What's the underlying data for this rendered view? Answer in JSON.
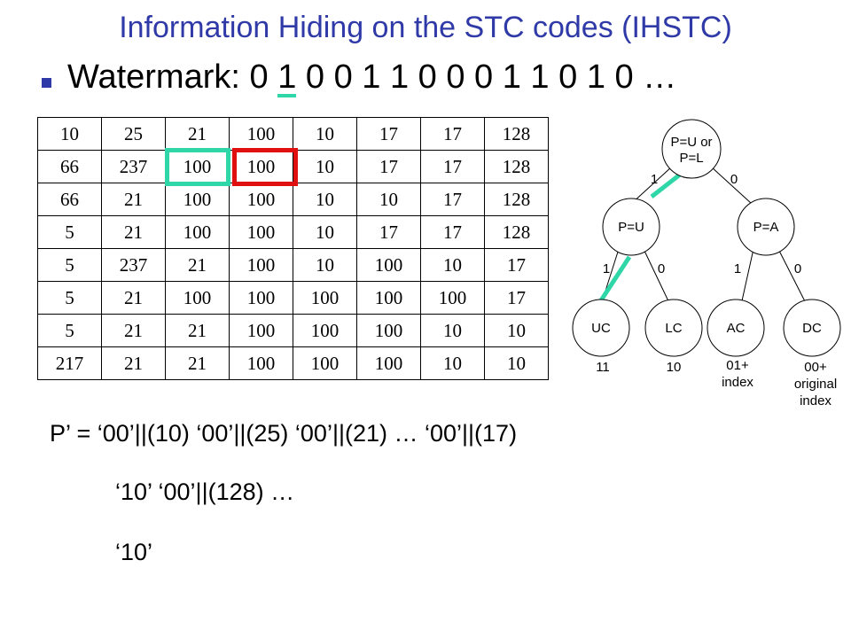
{
  "title": "Information Hiding on the STC codes (IHSTC)",
  "watermark": {
    "label": "Watermark:",
    "bits_before": "0 ",
    "bit_highlight": "1",
    "bits_after": " 0 0 1 1 0 0 0 1 1 0 1 0 …"
  },
  "table": {
    "rows": [
      [
        "10",
        "25",
        "21",
        "100",
        "10",
        "17",
        "17",
        "128"
      ],
      [
        "66",
        "237",
        "100",
        "100",
        "10",
        "17",
        "17",
        "128"
      ],
      [
        "66",
        "21",
        "100",
        "100",
        "10",
        "10",
        "17",
        "128"
      ],
      [
        "5",
        "21",
        "100",
        "100",
        "10",
        "17",
        "17",
        "128"
      ],
      [
        "5",
        "237",
        "21",
        "100",
        "10",
        "100",
        "10",
        "17"
      ],
      [
        "5",
        "21",
        "100",
        "100",
        "100",
        "100",
        "100",
        "17"
      ],
      [
        "5",
        "21",
        "21",
        "100",
        "100",
        "100",
        "10",
        "10"
      ],
      [
        "217",
        "21",
        "21",
        "100",
        "100",
        "100",
        "10",
        "10"
      ]
    ]
  },
  "tree": {
    "root": {
      "line1": "P=U or",
      "line2": "P=L"
    },
    "pu": "P=U",
    "pa": "P=A",
    "leaves": [
      "UC",
      "LC",
      "AC",
      "DC"
    ],
    "edge_labels": {
      "root_left": "1",
      "root_right": "0",
      "pu_left": "1",
      "pu_right": "0",
      "pa_left": "1",
      "pa_right": "0"
    },
    "codes": {
      "uc": "11",
      "lc": "10",
      "ac_1": "01+",
      "ac_2": "index",
      "dc_1": "00+",
      "dc_2": "original",
      "dc_3": "index"
    }
  },
  "formula": {
    "line1": "P’ = ‘00’||(10) ‘00’||(25) ‘00’||(21)  …   ‘00’||(17)",
    "line2": "‘10’ ‘00’||(128) …",
    "line3": "‘10’"
  },
  "colors": {
    "title": "#2f3aa8",
    "green": "#2fd7a8",
    "red": "#e01010"
  }
}
